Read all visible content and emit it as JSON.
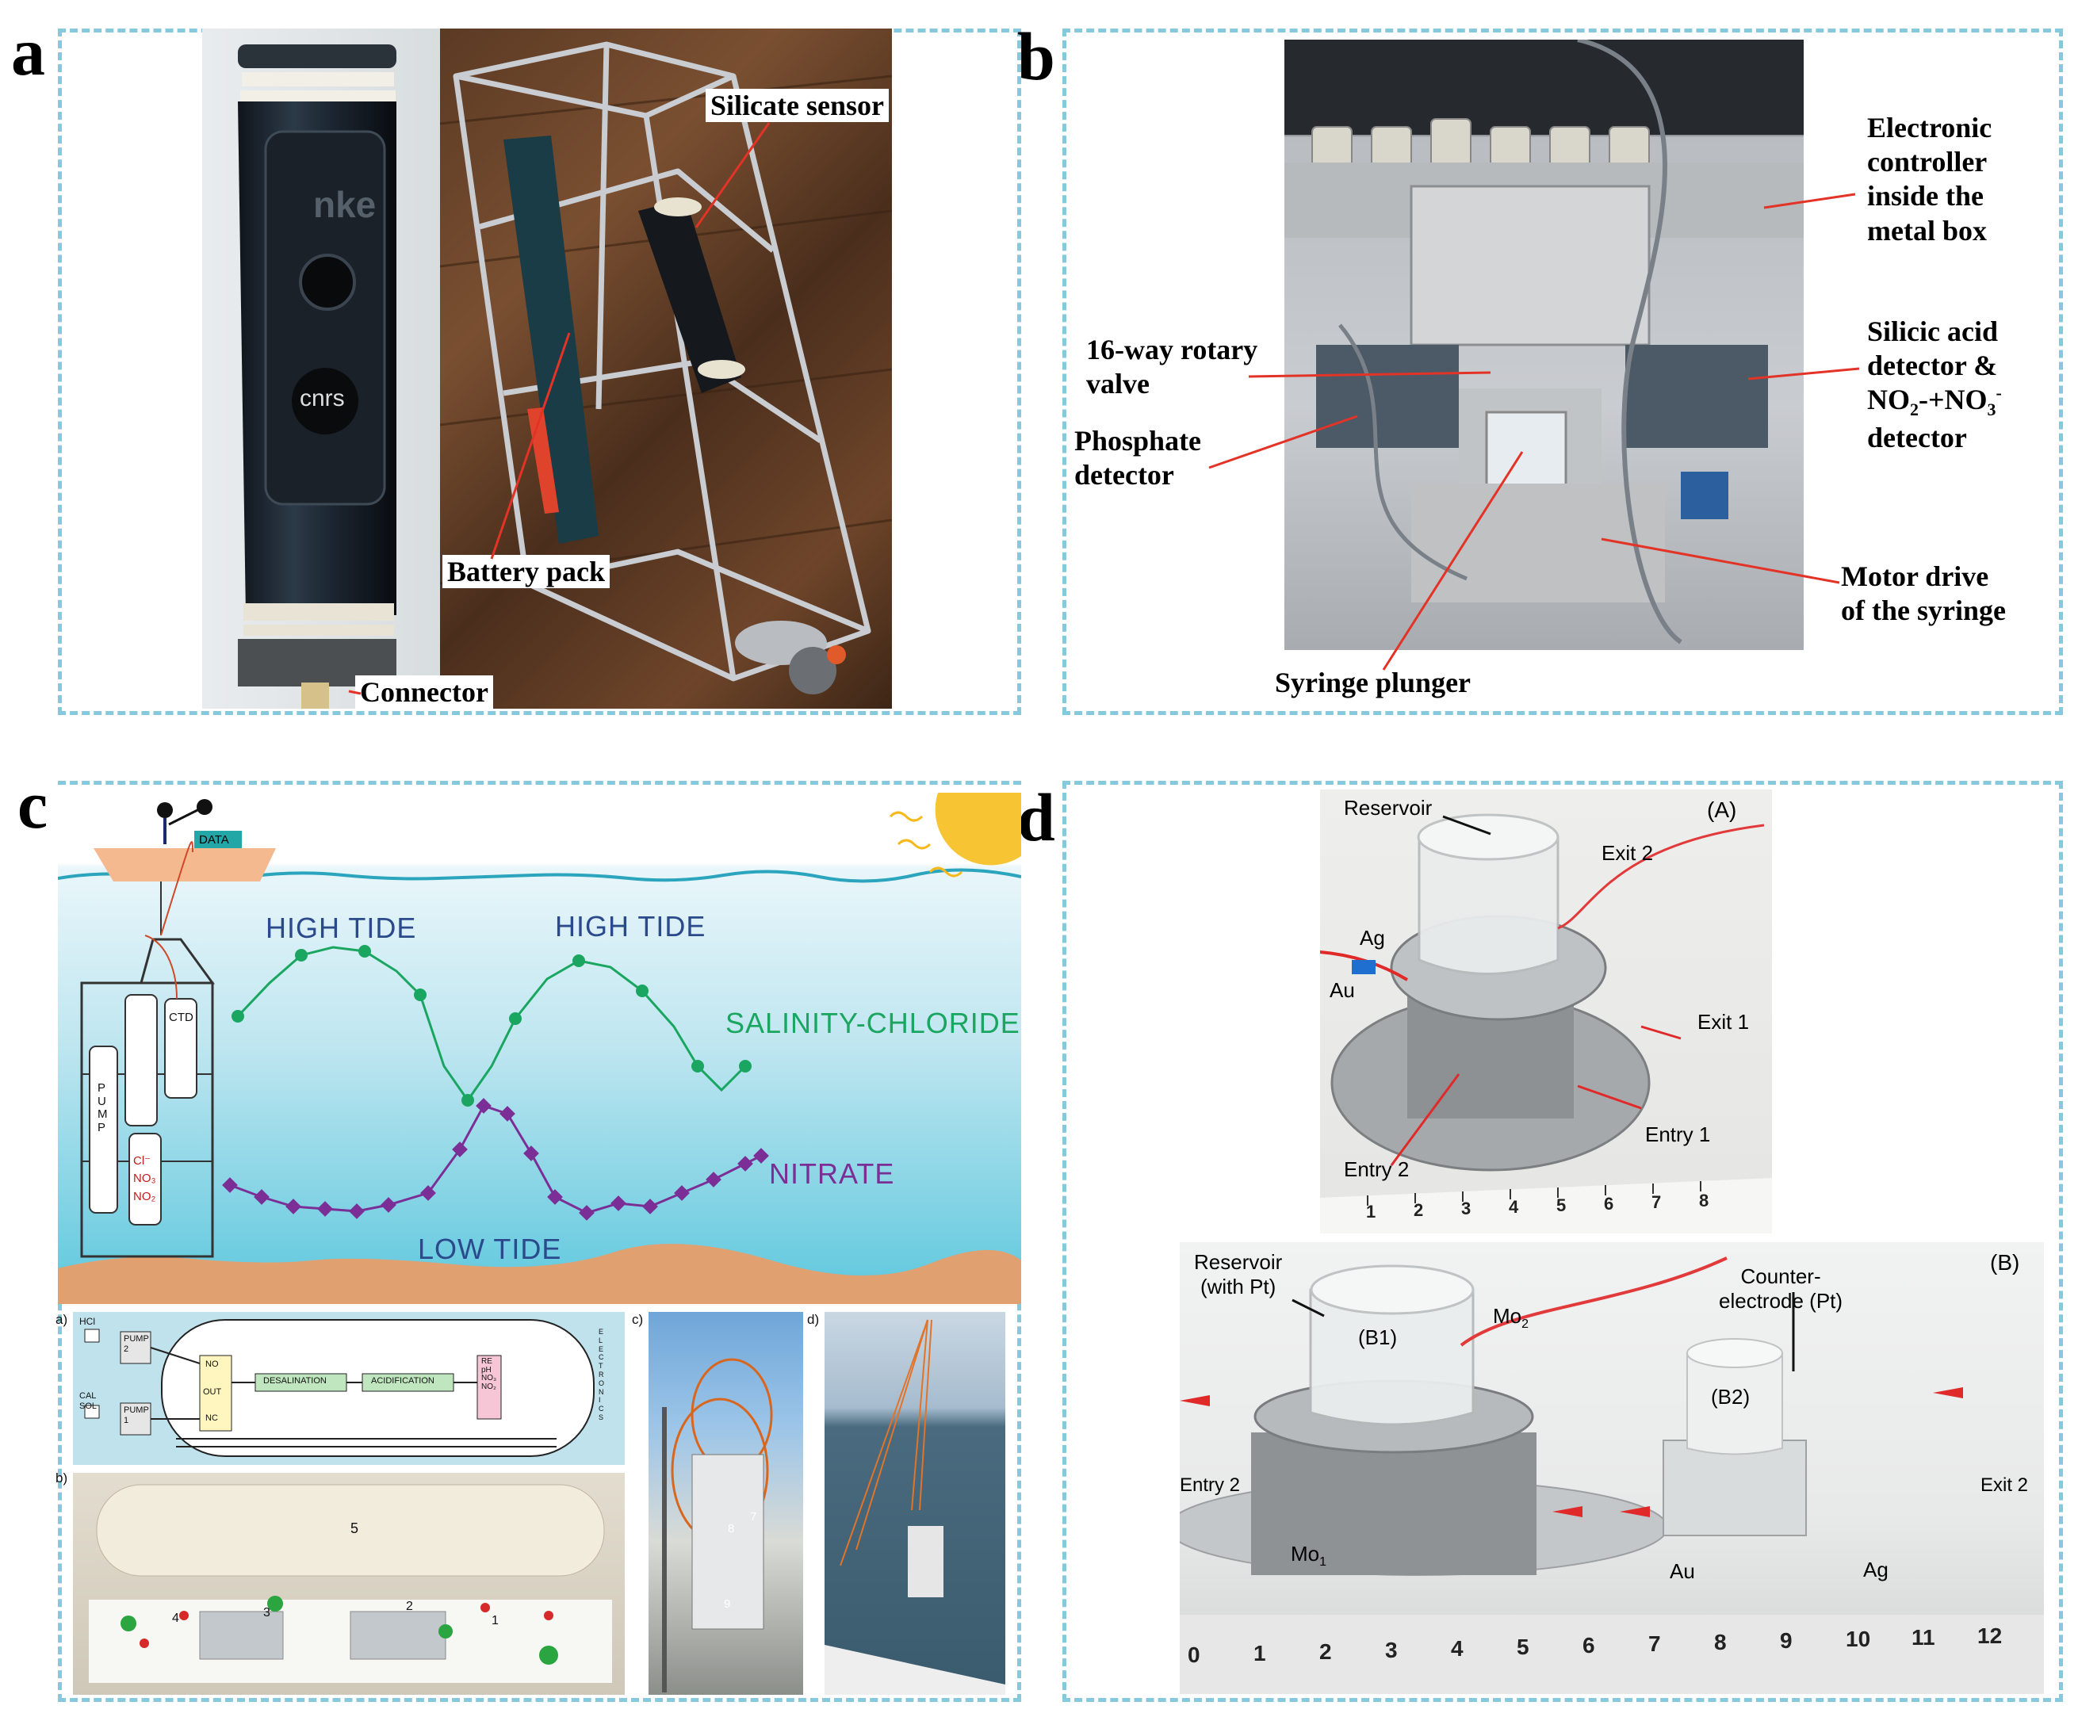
{
  "panel_letters": {
    "a": "a",
    "b": "b",
    "c": "c",
    "d": "d"
  },
  "panel_a": {
    "logo_brand": "nke",
    "logo_org": "cnrs",
    "labels": {
      "silicate_sensor": "Silicate sensor",
      "battery_pack": "Battery pack",
      "connector": "Connector"
    }
  },
  "panel_b": {
    "labels": {
      "controller": "Electronic\ncontroller\ninside the\nmetal box",
      "rotary_valve": "16-way rotary\nvalve",
      "phosphate": "Phosphate\ndetector",
      "silicic_prefix": "Silicic acid\ndetector &",
      "silicic_no2": "NO",
      "silicic_no2_sub": "2",
      "silicic_mid": "-+NO",
      "silicic_no3_sub": "3",
      "silicic_no3_sup": "-",
      "silicic_suffix": "detector",
      "syringe": "Syringe plunger",
      "motor": "Motor drive\nof the syringe"
    }
  },
  "panel_c": {
    "data_tag": "DATA",
    "ctd": "CTD",
    "pump": "P\nU\nM\nP",
    "cl": "Cl⁻",
    "no3": "NO₃",
    "no2": "NO₂",
    "high_tide_1": "HIGH TIDE",
    "high_tide_2": "HIGH TIDE",
    "low_tide": "LOW TIDE",
    "salinity": "SALINITY-CHLORIDE",
    "nitrate": "NITRATE",
    "colors": {
      "salinity": "#1aa660",
      "nitrate": "#7b2f96",
      "tide_text": "#2a4a8c",
      "sea_top": "#e9f6fa",
      "sea_bottom": "#5cc7dd",
      "seabed": "#e0a070"
    },
    "sub_a": {
      "tag": "a)",
      "hci": "HCl",
      "pump2": "PUMP\n2",
      "pump1": "PUMP\n1",
      "cal": "CAL\nSOL",
      "no": "NO",
      "out": "OUT",
      "nc": "NC",
      "desal": "DESALINATION",
      "acid": "ACIDIFICATION",
      "re": "RE\npH\nNO₃\nNO₂",
      "electronics": "E\nL\nE\nC\nT\nR\nO\nN\nI\nC\nS"
    },
    "sub_b": {
      "tag": "b)",
      "n5": "5",
      "n4": "4",
      "n3": "3",
      "n2": "2",
      "n1": "1"
    },
    "sub_c": {
      "tag": "c)",
      "n8": "8",
      "n7": "7",
      "n9": "9"
    },
    "sub_d": {
      "tag": "d)"
    }
  },
  "panel_d": {
    "top": {
      "tag": "(A)",
      "reservoir": "Reservoir",
      "exit2": "Exit 2",
      "exit1": "Exit 1",
      "ag": "Ag",
      "au": "Au",
      "entry1": "Entry 1",
      "entry2": "Entry 2",
      "ruler_ticks": [
        "1",
        "2",
        "3",
        "4",
        "5",
        "6",
        "7",
        "8"
      ]
    },
    "bottom": {
      "tag": "(B)",
      "reservoir": "Reservoir\n(with Pt)",
      "counter": "Counter-\nelectrode (Pt)",
      "b1": "(B1)",
      "b2": "(B2)",
      "mo2": "Mo",
      "mo2_sub": "2",
      "mo1": "Mo",
      "mo1_sub": "1",
      "entry2": "Entry 2",
      "exit2": "Exit 2",
      "au": "Au",
      "ag": "Ag",
      "ruler_ticks": [
        "0",
        "1",
        "2",
        "3",
        "4",
        "5",
        "6",
        "7",
        "8",
        "9",
        "10",
        "11",
        "12"
      ]
    }
  }
}
